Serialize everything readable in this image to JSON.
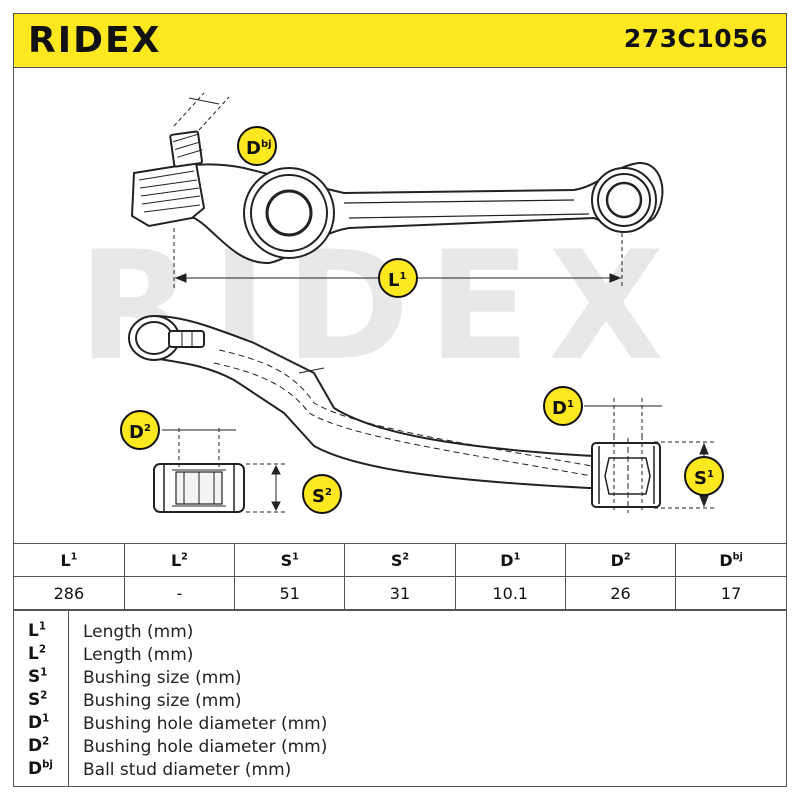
{
  "header": {
    "brand": "RIDEX",
    "part_number": "273C1056"
  },
  "drawing": {
    "watermark": "RIDEX",
    "callouts": {
      "dbj": "D",
      "dbj_sup": "bj",
      "l1": "L",
      "l1_sup": "1",
      "d1": "D",
      "d1_sup": "1",
      "d2": "D",
      "d2_sup": "2",
      "s1": "S",
      "s1_sup": "1",
      "s2": "S",
      "s2_sup": "2"
    },
    "colors": {
      "callout_fill": "#ffe81f",
      "callout_stroke": "#111111",
      "watermark": "#e6e6e6",
      "line": "#222222"
    }
  },
  "table": {
    "headers": [
      {
        "base": "L",
        "sup": "1"
      },
      {
        "base": "L",
        "sup": "2"
      },
      {
        "base": "S",
        "sup": "1"
      },
      {
        "base": "S",
        "sup": "2"
      },
      {
        "base": "D",
        "sup": "1"
      },
      {
        "base": "D",
        "sup": "2"
      },
      {
        "base": "D",
        "sup": "bj"
      }
    ],
    "values": [
      "286",
      "-",
      "51",
      "31",
      "10.1",
      "26",
      "17"
    ]
  },
  "legend": [
    {
      "base": "L",
      "sup": "1",
      "desc": "Length (mm)"
    },
    {
      "base": "L",
      "sup": "2",
      "desc": "Length (mm)"
    },
    {
      "base": "S",
      "sup": "1",
      "desc": "Bushing size (mm)"
    },
    {
      "base": "S",
      "sup": "2",
      "desc": "Bushing size (mm)"
    },
    {
      "base": "D",
      "sup": "1",
      "desc": "Bushing hole diameter (mm)"
    },
    {
      "base": "D",
      "sup": "2",
      "desc": "Bushing hole diameter (mm)"
    },
    {
      "base": "D",
      "sup": "bj",
      "desc": "Ball stud diameter (mm)"
    }
  ]
}
